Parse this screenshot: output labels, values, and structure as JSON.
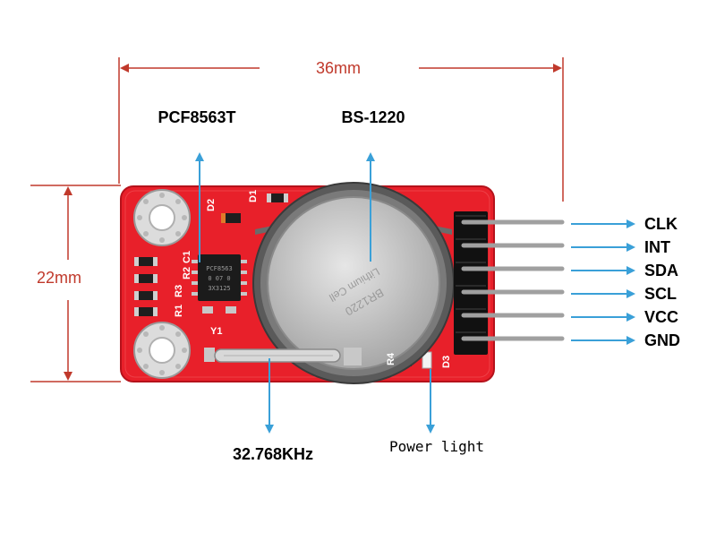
{
  "dimensions": {
    "width": "36mm",
    "height": "22mm"
  },
  "callouts": {
    "chip": "PCF8563T",
    "battery": "BS-1220",
    "crystal": "32.768KHz",
    "power": "Power light"
  },
  "pins": [
    "CLK",
    "INT",
    "SDA",
    "SCL",
    "VCC",
    "GND"
  ],
  "silkscreen": [
    "D2",
    "D1",
    "C1",
    "R2",
    "R3",
    "R1",
    "Y1",
    "R4",
    "D3"
  ],
  "colors": {
    "dimension": "#c0392b",
    "arrow": "#3aa0d8",
    "board": "#e8202a",
    "text": "#000000"
  }
}
